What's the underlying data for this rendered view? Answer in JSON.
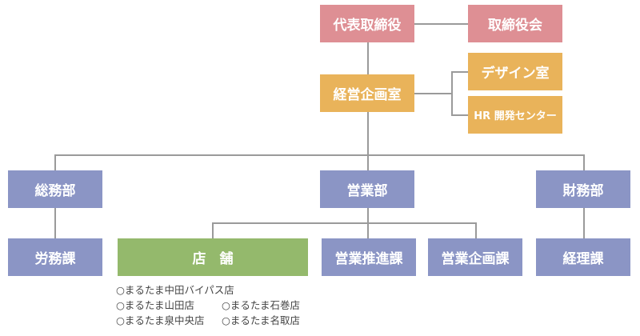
{
  "executive": {
    "ceo": "代表取締役",
    "board": "取締役会"
  },
  "planning": {
    "office": "経営企画室",
    "design": "デザイン室",
    "hr": "HR 開発センター"
  },
  "departments": {
    "general_affairs": "総務部",
    "sales": "営業部",
    "finance": "財務部"
  },
  "sections": {
    "labor": "労務課",
    "stores": "店　舗",
    "sales_promotion": "営業推進課",
    "sales_planning": "営業企画課",
    "accounting": "経理課"
  },
  "store_list": [
    "○まるたま中田バイパス店",
    "○まるたま山田店",
    "○まるたま石巻店",
    "○まるたま泉中央店",
    "○まるたま名取店"
  ],
  "colors": {
    "executive": "#de8f94",
    "planning": "#e9b35a",
    "department": "#8b95c5",
    "stores": "#94b96c"
  }
}
